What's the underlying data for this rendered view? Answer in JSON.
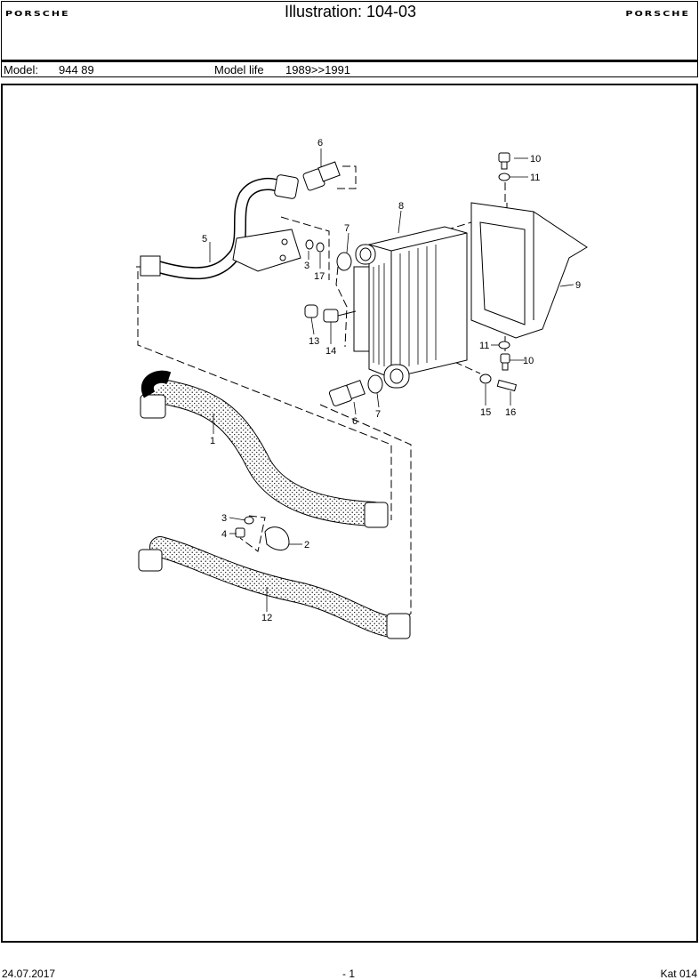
{
  "header": {
    "brand_left": "PORSCHE",
    "brand_right": "PORSCHE",
    "title": "Illustration: 104-03"
  },
  "model_bar": {
    "model_label": "Model:",
    "model_value": "944 89",
    "life_label": "Model life",
    "life_value": "1989>>1991"
  },
  "callouts": {
    "c1": "1",
    "c2": "2",
    "c3a": "3",
    "c3b": "3",
    "c4": "4",
    "c5": "5",
    "c6a": "6",
    "c6b": "6",
    "c7a": "7",
    "c7b": "7",
    "c8": "8",
    "c9": "9",
    "c10a": "10",
    "c10b": "10",
    "c11a": "11",
    "c11b": "11",
    "c12": "12",
    "c13": "13",
    "c14": "14",
    "c15": "15",
    "c16": "16",
    "c17": "17"
  },
  "footer": {
    "date": "24.07.2017",
    "page": "- 1",
    "catalog": "Kat 014"
  }
}
